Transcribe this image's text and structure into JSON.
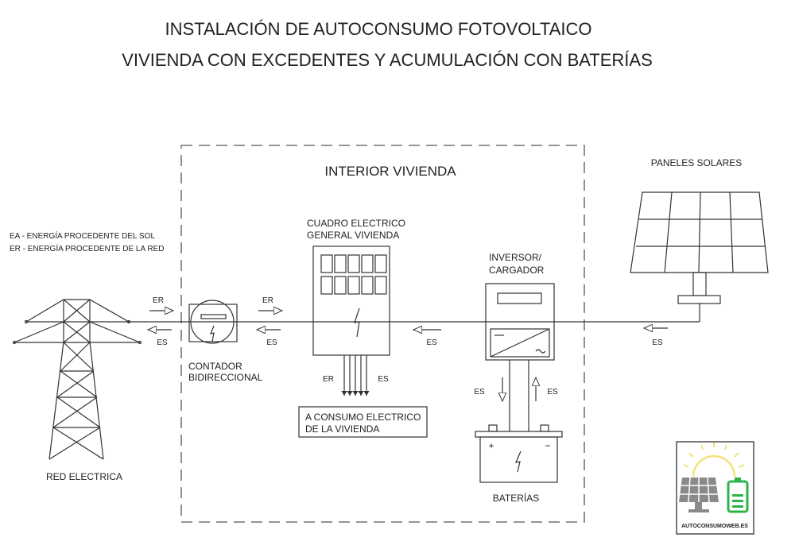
{
  "title": {
    "line1": "INSTALACIÓN DE AUTOCONSUMO FOTOVOLTAICO",
    "line2": "VIVIENDA CON EXCEDENTES Y ACUMULACIÓN CON BATERÍAS"
  },
  "legend": {
    "ea": "EA - ENERGÍA PROCEDENTE DEL SOL",
    "er": "ER - ENERGÍA PROCEDENTE DE LA RED"
  },
  "interior_label": "INTERIOR VIVIENDA",
  "grid_label": "RED ELECTRICA",
  "meter": {
    "line1": "CONTADOR",
    "line2": "BIDIRECCIONAL"
  },
  "panel_board": {
    "line1": "CUADRO ELECTRICO",
    "line2": "GENERAL VIVIENDA"
  },
  "consumption": {
    "line1": "A CONSUMO ELECTRICO",
    "line2": "DE LA VIVIENDA"
  },
  "inverter": {
    "line1": "INVERSOR/",
    "line2": "CARGADOR"
  },
  "battery_label": "BATERÍAS",
  "battery_plus": "+",
  "battery_minus": "−",
  "solar_label": "PANELES SOLARES",
  "flows": {
    "er": "ER",
    "es": "ES"
  },
  "logo_text": "AUTOCONSUMOWEB.ES",
  "colors": {
    "logo_sun": "#f3e27a",
    "logo_battery": "#2db34a",
    "logo_panel": "#8a8a8a"
  }
}
